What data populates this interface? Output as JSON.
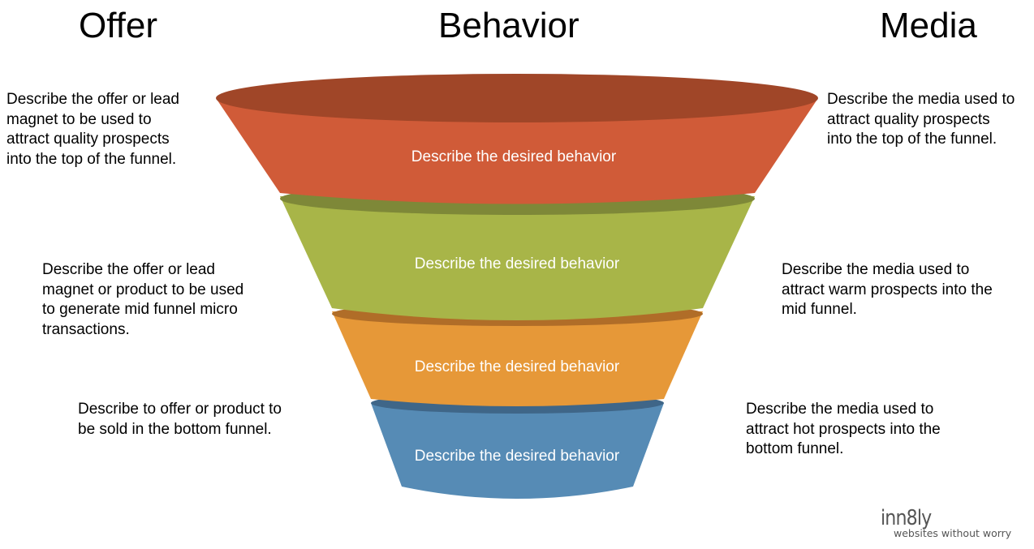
{
  "headings": {
    "offer": "Offer",
    "behavior": "Behavior",
    "media": "Media"
  },
  "offer_descriptions": [
    "Describe the offer or lead\nmagnet to be used to\nattract quality prospects\ninto the top of the funnel.",
    "Describe the offer or lead\nmagnet or product to be used\nto generate mid funnel micro\ntransactions.",
    "Describe to offer or product to\nbe sold in the bottom funnel."
  ],
  "media_descriptions": [
    "Describe the media used to\nattract quality prospects\ninto the top of the funnel.",
    "Describe the media used to\nattract warm prospects into the\nmid funnel.",
    "Describe the media used to\nattract hot prospects into the\nbottom funnel."
  ],
  "funnel": {
    "tiers": [
      {
        "label": "Describe the desired behavior",
        "color": "#D05B38",
        "rim_color": "#A04628"
      },
      {
        "label": "Describe the desired behavior",
        "color": "#A8B548",
        "rim_color": "#7E8838"
      },
      {
        "label": "Describe the desired behavior",
        "color": "#E69838",
        "rim_color": "#B06D28"
      },
      {
        "label": "Describe the desired behavior",
        "color": "#568BB5",
        "rim_color": "#3F6688"
      }
    ]
  },
  "logo": {
    "word": "inn8ly",
    "tagline": "websites without worry"
  }
}
